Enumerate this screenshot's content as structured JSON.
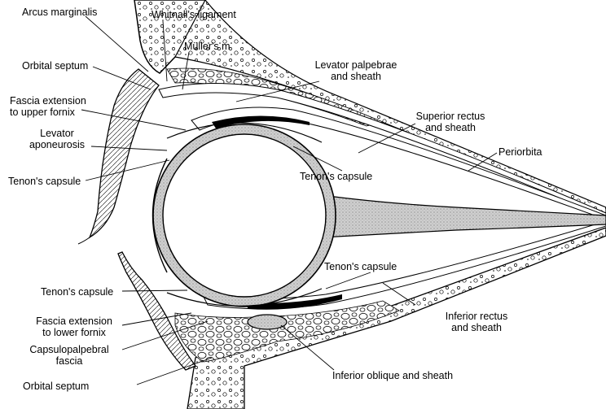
{
  "labels": {
    "arcus_marginalis": "Arcus marginalis",
    "whitnalls_ligament": "Whitnall's ligament",
    "mullers_m": "Müller's m",
    "orbital_septum_upper": "Orbital septum",
    "levator_palpebrae_l1": "Levator palpebrae",
    "levator_palpebrae_l2": "and sheath",
    "fascia_upper_l1": "Fascia extension",
    "fascia_upper_l2": "to upper fornix",
    "superior_rectus_l1": "Superior rectus",
    "superior_rectus_l2": "and sheath",
    "levator_apo_l1": "Levator",
    "levator_apo_l2": "aponeurosis",
    "periorbita": "Periorbita",
    "tenons_upper_left": "Tenon's capsule",
    "tenons_upper_mid": "Tenon's capsule",
    "tenons_lower_mid": "Tenon's capsule",
    "tenons_lower_left": "Tenon's capsule",
    "fascia_lower_l1": "Fascia extension",
    "fascia_lower_l2": "to lower fornix",
    "inferior_rectus_l1": "Inferior rectus",
    "inferior_rectus_l2": "and sheath",
    "capsulopalpebral_l1": "Capsulopalpebral",
    "capsulopalpebral_l2": "fascia",
    "orbital_septum_lower": "Orbital septum",
    "inferior_oblique": "Inferior oblique and sheath"
  }
}
